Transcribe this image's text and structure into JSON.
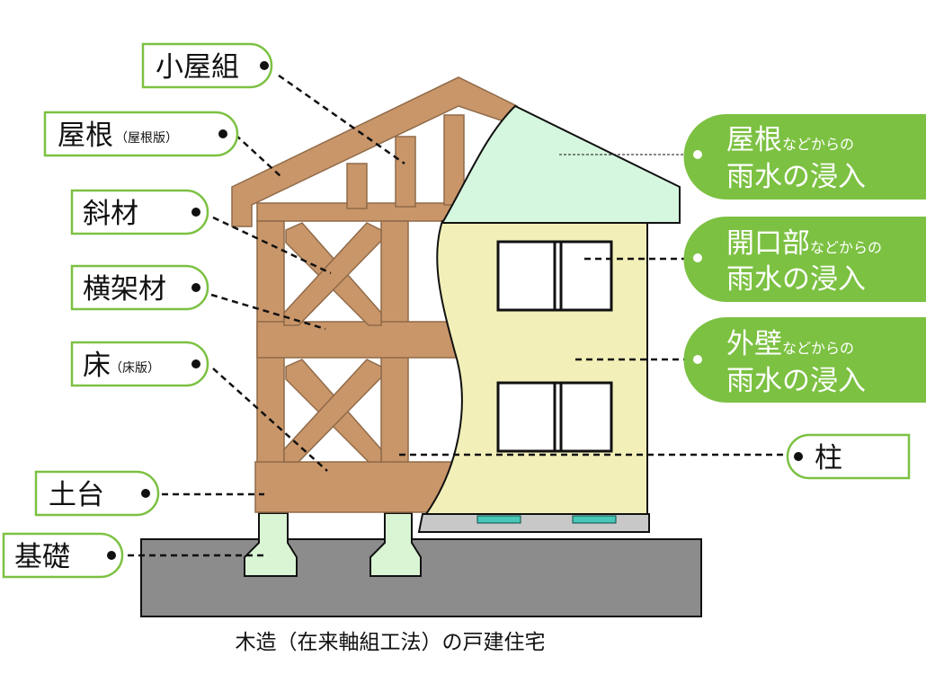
{
  "caption": "木造（在来軸組工法）の戸建住宅",
  "left_labels": {
    "koyagumi": {
      "main": "小屋組",
      "sub": ""
    },
    "yane": {
      "main": "屋根",
      "sub": "（屋根版）"
    },
    "shazai": {
      "main": "斜材",
      "sub": ""
    },
    "yokogazai": {
      "main": "横架材",
      "sub": ""
    },
    "yuka": {
      "main": "床",
      "sub": "（床版）"
    },
    "dodai": {
      "main": "土台",
      "sub": ""
    },
    "kiso": {
      "main": "基礎",
      "sub": ""
    }
  },
  "right_labels": {
    "roof_leak": {
      "big": "屋根",
      "small": "などからの",
      "line2": "雨水の浸入"
    },
    "opening_leak": {
      "big": "開口部",
      "small": "などからの",
      "line2": "雨水の浸入"
    },
    "wall_leak": {
      "big": "外壁",
      "small": "などからの",
      "line2": "雨水の浸入"
    },
    "hashira": {
      "main": "柱"
    }
  },
  "colors": {
    "label_border": "#7cc142",
    "badge_fill": "#7cc142",
    "wood": "#c9966a",
    "wood_dark": "#8f6a48",
    "roof_finish": "#d6f7df",
    "wall_finish": "#f2efb8",
    "ground": "#8c8c8c",
    "footing": "#d9f5d4",
    "vent": "#49c7b8"
  }
}
